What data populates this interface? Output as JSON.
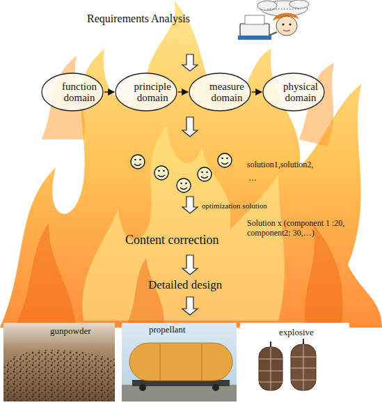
{
  "diagram": {
    "nodes": [
      {
        "text": [
          "function domain"
        ]
      },
      {
        "text": [
          "principle domain"
        ]
      },
      {
        "text": [
          "measure domain"
        ]
      },
      {
        "text": [
          "physical domain"
        ]
      }
    ],
    "edges": [
      {
        "from": 0,
        "to": 1,
        "arrow": "to"
      },
      {
        "from": 1,
        "to": 2,
        "arrow": "to"
      },
      {
        "from": 2,
        "to": 3,
        "arrow": "to"
      }
    ],
    "labels": [
      "Requirements Analysis",
      "solution1,solution2,",
      "…",
      "optimization solution",
      "Content correction",
      "Solution x (component 1 :20, component2: 30,…)",
      "Detailed design",
      "gunpowder",
      "propellant",
      "explosive"
    ]
  }
}
